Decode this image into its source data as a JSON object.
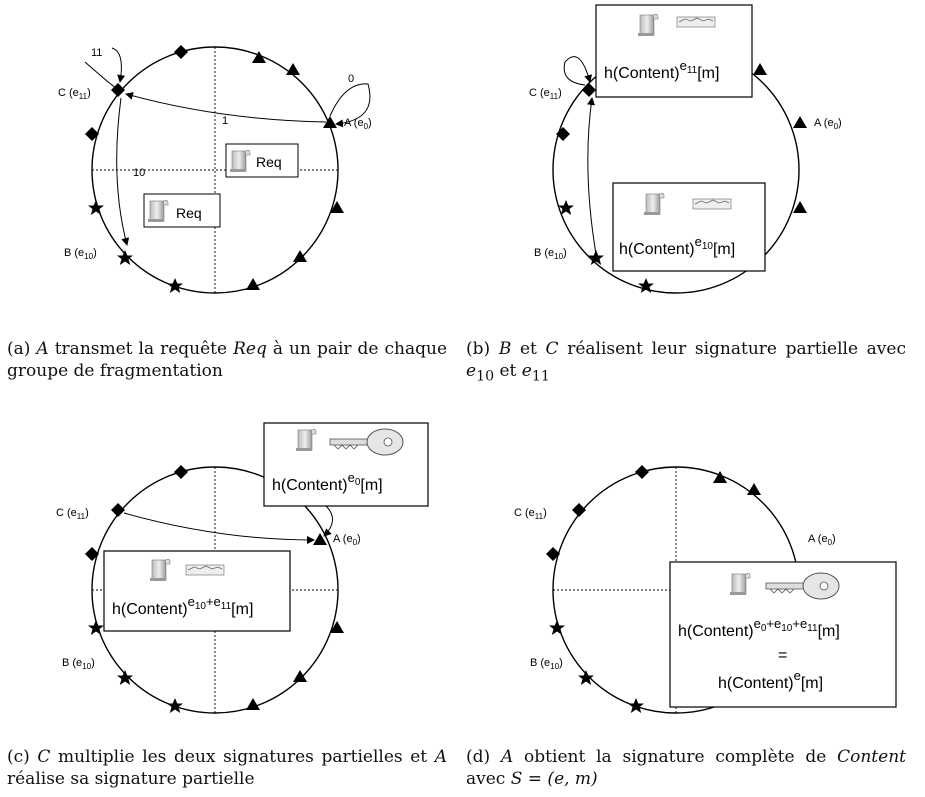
{
  "panels": {
    "a": {
      "labels": {
        "C": "C (e",
        "C_sub": "11",
        ")": ")",
        "A": "A (e",
        "A_sub": "0",
        "B": "B (e",
        "B_sub": "10"
      },
      "edge_labels": {
        "e11": "11",
        "e0": "0",
        "e1": "1",
        "e10": "10"
      },
      "boxes": [
        {
          "text": "Req"
        },
        {
          "text": "Req"
        }
      ],
      "caption": {
        "prefix": "(a) ",
        "var": "A",
        "text1": " transmet la requête ",
        "var2": "Req",
        "text2": " à un pair de chaque groupe de fragmentation"
      }
    },
    "b": {
      "box_top": {
        "base": "h(Content)",
        "exp": "e",
        "exp_sub": "11",
        "tail": "[m]"
      },
      "box_bottom": {
        "base": "h(Content)",
        "exp": "e",
        "exp_sub": "10",
        "tail": "[m]"
      },
      "caption": {
        "prefix": "(b) ",
        "var": "B",
        "text1": " et ",
        "var2": "C",
        "text2": " réalisent leur signature partielle avec ",
        "e10": "e",
        "e10_sub": "10",
        "text3": " et ",
        "e11": "e",
        "e11_sub": "11"
      }
    },
    "c": {
      "box_top": {
        "base": "h(Content)",
        "exp": "e",
        "exp_sub": "0",
        "tail": "[m]"
      },
      "box_bottom": {
        "base": "h(Content)",
        "exp": "e",
        "exp_sub": "10",
        "plus": "+",
        "exp2": "e",
        "exp2_sub": "11",
        "tail": "[m]"
      },
      "caption": {
        "prefix": "(c) ",
        "var": "C",
        "text1": " multiplie les deux signatures partielles et ",
        "var2": "A",
        "text2": " réalise sa signature partielle"
      }
    },
    "d": {
      "box": {
        "base": "h(Content)",
        "e0": "e",
        "e0_sub": "0",
        "plus": "+",
        "e10": "e",
        "e10_sub": "10",
        "plus2": "+",
        "e11": "e",
        "e11_sub": "11",
        "tail": "[m]",
        "equals": "=",
        "base2": "h(Content)",
        "e": "e",
        "tail2": "[m]"
      },
      "caption": {
        "prefix": "(d) ",
        "var": "A",
        "text1": " obtient la signature complète de ",
        "var2": "Content",
        "text2": " avec ",
        "formula": "S = (e, m)"
      }
    }
  }
}
